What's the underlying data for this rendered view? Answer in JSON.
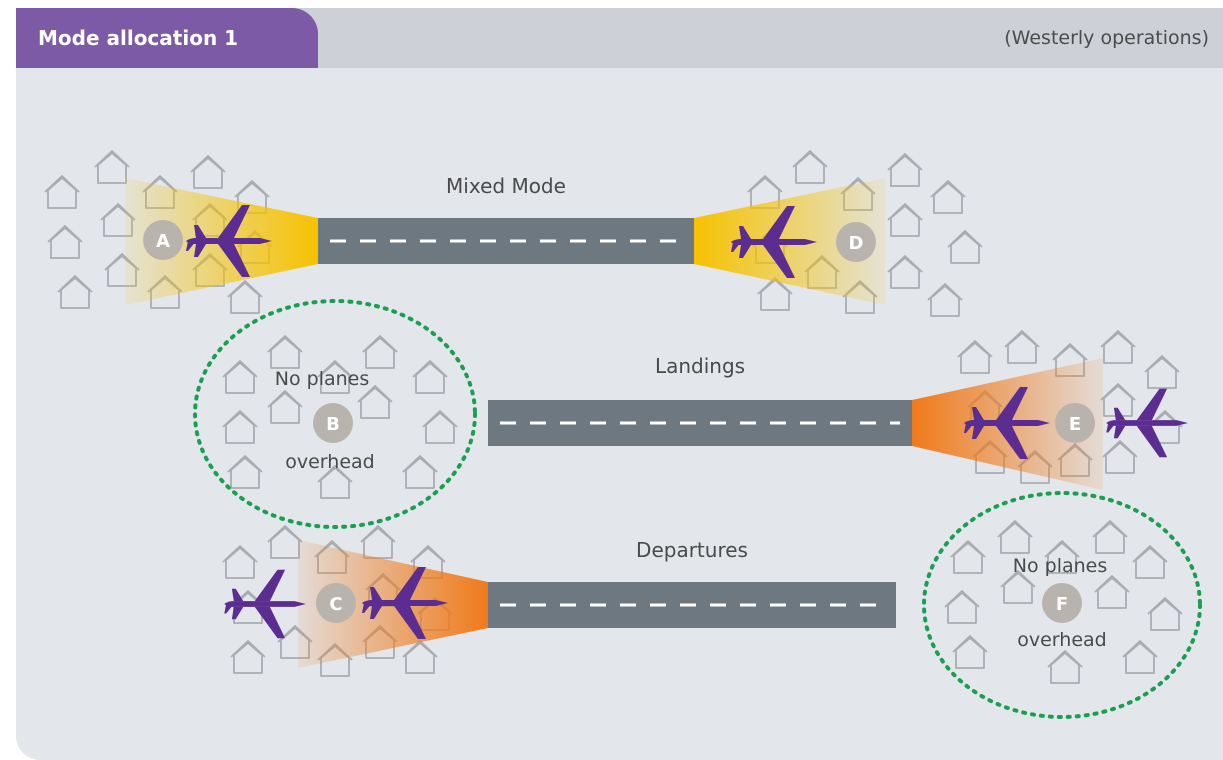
{
  "header": {
    "title": "Mode allocation 1",
    "subtitle": "(Westerly operations)"
  },
  "runways": [
    {
      "mode": "Mixed Mode"
    },
    {
      "mode": "Landings"
    },
    {
      "mode": "Departures"
    }
  ],
  "locations": [
    "A",
    "B",
    "C",
    "D",
    "E",
    "F"
  ],
  "notes": {
    "b_line1": "No planes",
    "b_line2": "overhead",
    "f_line1": "No planes",
    "f_line2": "overhead"
  },
  "colors": {
    "header_accent": "#7c5aa6",
    "runway": "#6e7880",
    "mixed_mode_noise": "#f6c200",
    "single_mode_noise": "#f07a1a",
    "aircraft": "#5b2d91",
    "no_planes_outline": "#1a9e50",
    "house_outline": "#a9adb2",
    "location_marker": "#b8b3ad"
  },
  "icons": [
    "house-icon",
    "airplane-icon"
  ]
}
